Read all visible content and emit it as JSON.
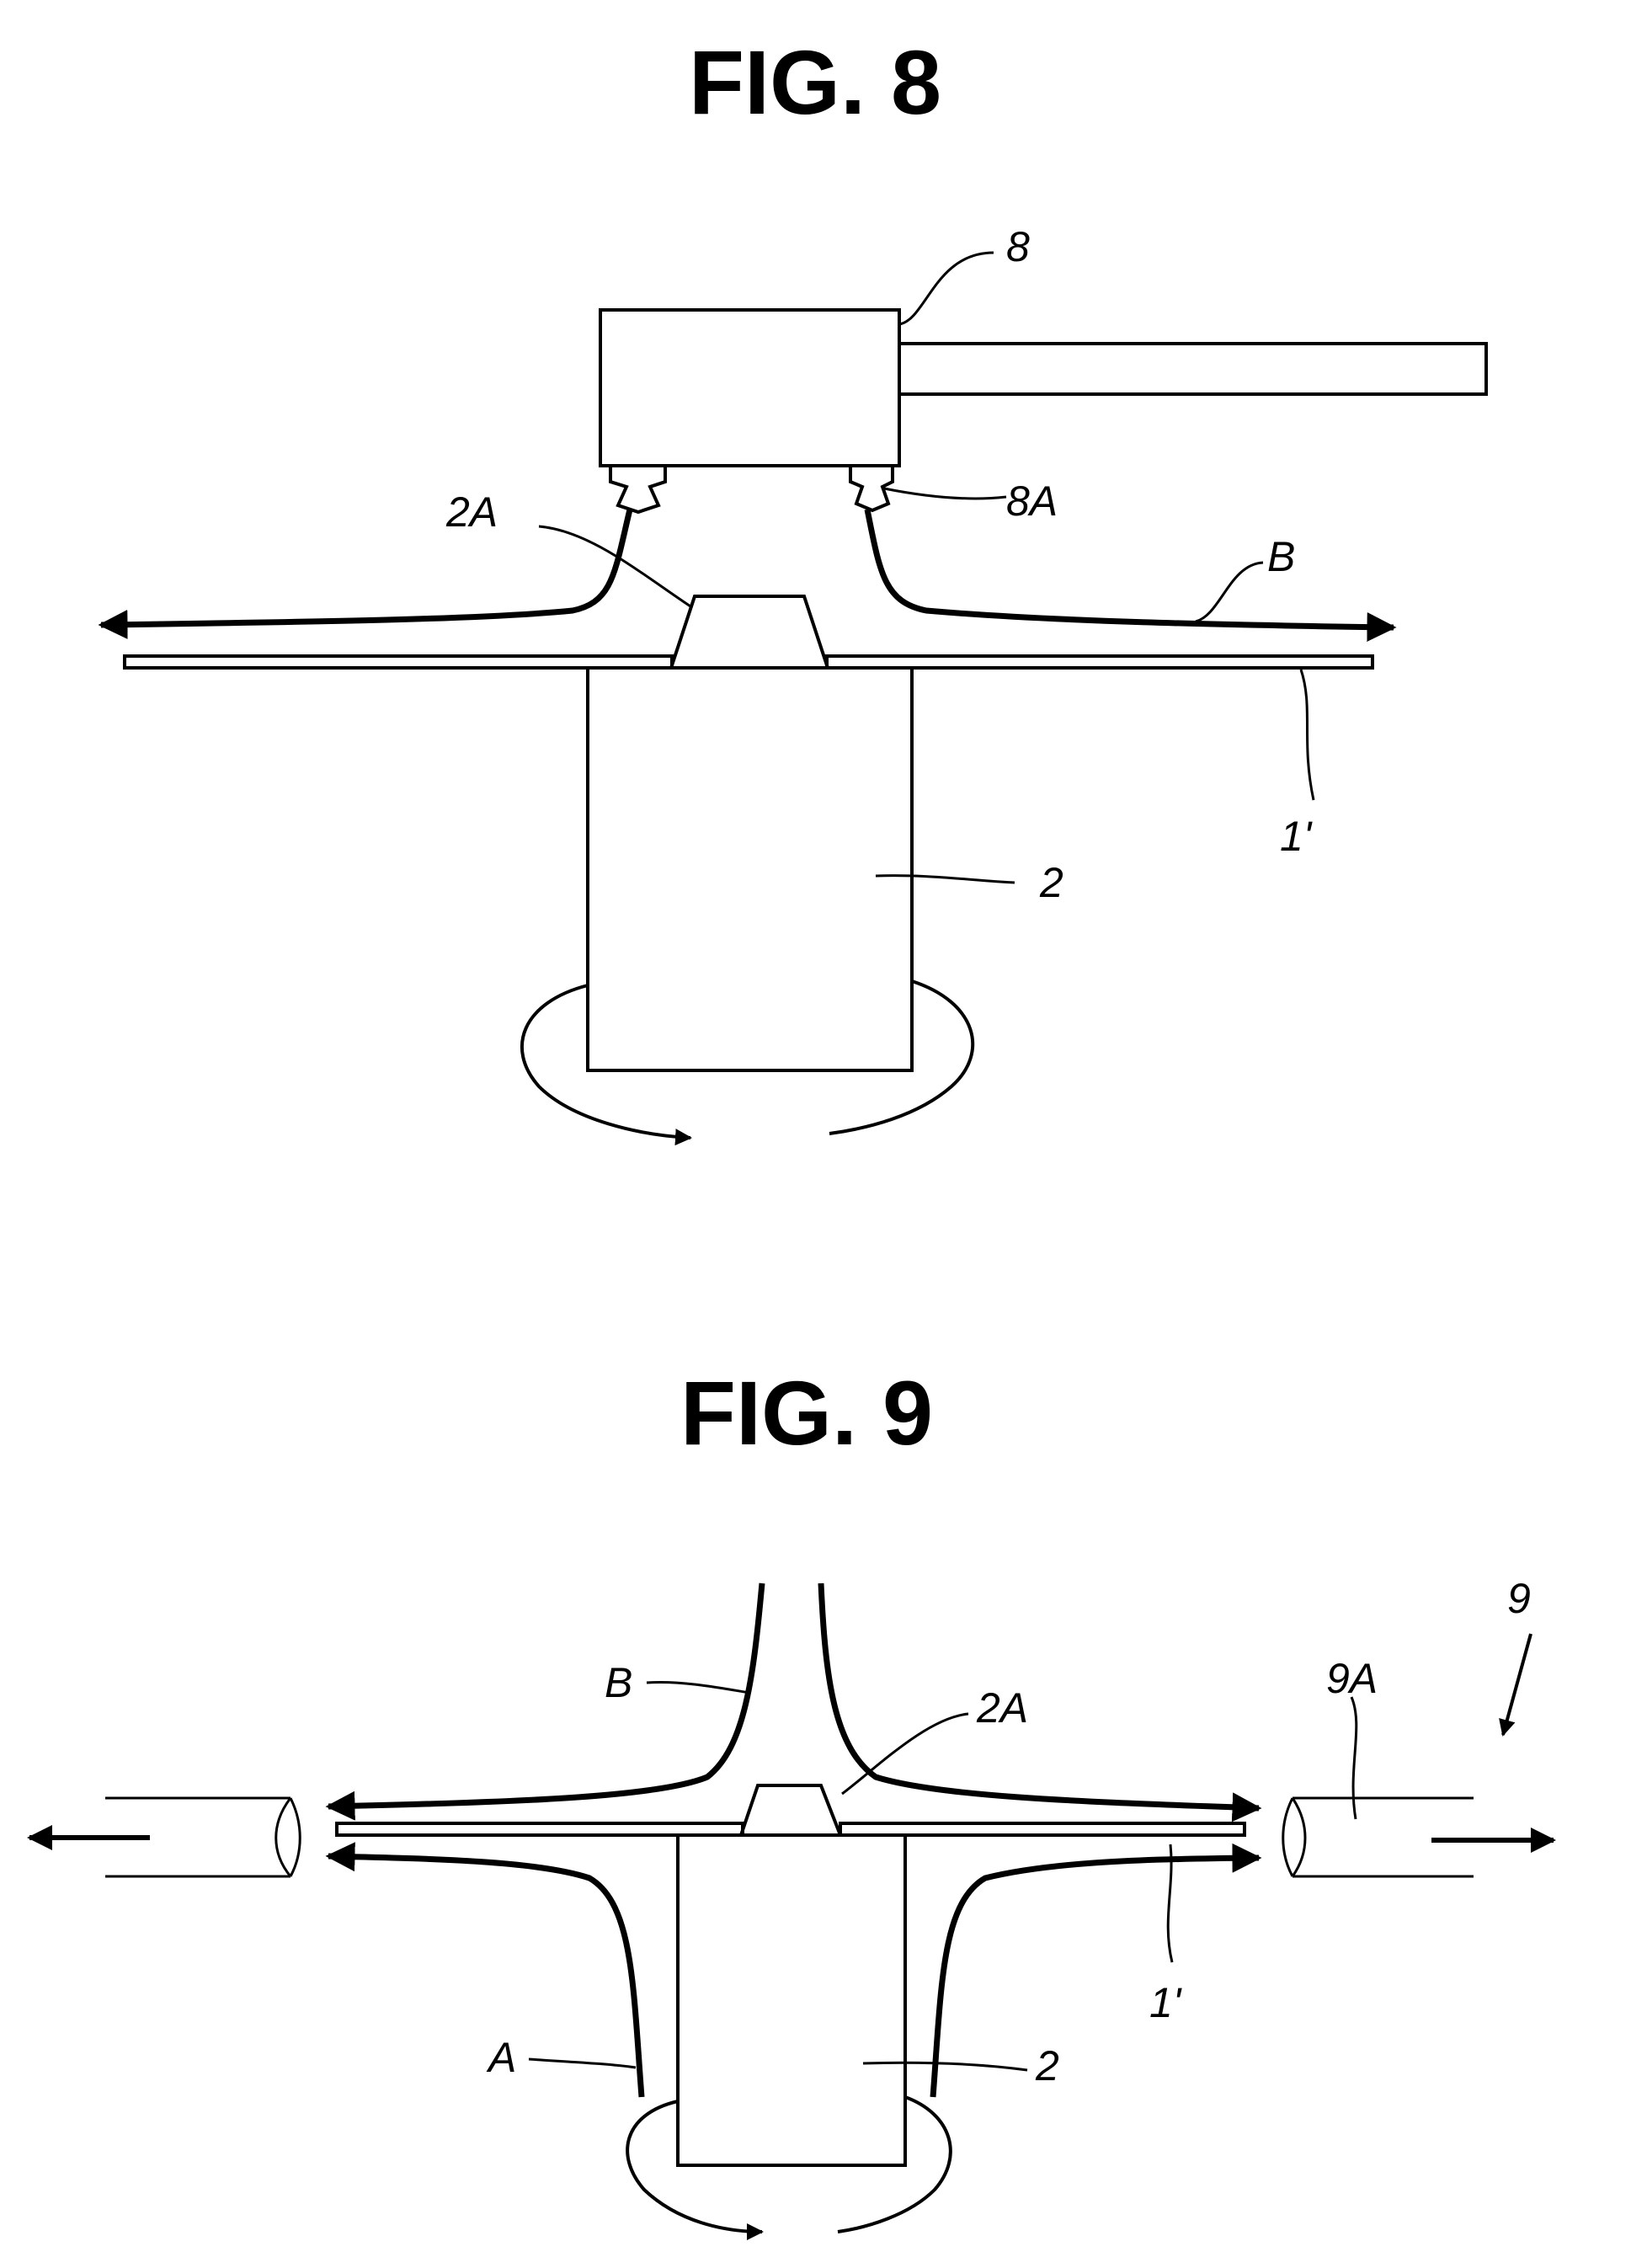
{
  "figures": [
    {
      "title": "FIG. 8",
      "labels": {
        "nozzle_unit": "8",
        "nozzle_tip": "8A",
        "spin_head_top": "2A",
        "flow_b": "B",
        "wafer": "1'",
        "spin_chuck": "2"
      }
    },
    {
      "title": "FIG. 9",
      "labels": {
        "exhaust_assembly": "9",
        "exhaust_duct": "9A",
        "flow_b": "B",
        "spin_head_top": "2A",
        "flow_a": "A",
        "spin_chuck": "2",
        "wafer": "1'"
      }
    }
  ]
}
